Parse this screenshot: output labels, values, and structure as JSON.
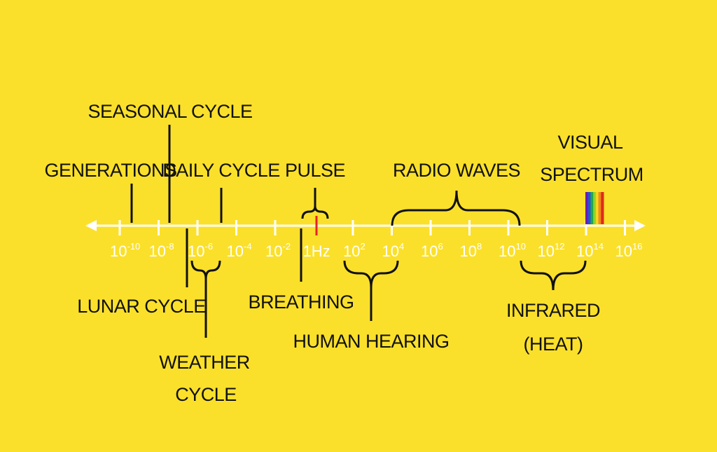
{
  "colors": {
    "background": "#fbe02b",
    "axis": "#ffffff",
    "ink": "#111111",
    "highlight": "#e8202a"
  },
  "ticks": [
    {
      "base": "10",
      "exp": "-10"
    },
    {
      "base": "10",
      "exp": "-8"
    },
    {
      "base": "10",
      "exp": "-6"
    },
    {
      "base": "10",
      "exp": "-4"
    },
    {
      "base": "10",
      "exp": "-2"
    },
    {
      "base": "1Hz",
      "exp": ""
    },
    {
      "base": "10",
      "exp": "2"
    },
    {
      "base": "10",
      "exp": "4"
    },
    {
      "base": "10",
      "exp": "6"
    },
    {
      "base": "10",
      "exp": "8"
    },
    {
      "base": "10",
      "exp": "10"
    },
    {
      "base": "10",
      "exp": "12"
    },
    {
      "base": "10",
      "exp": "14"
    },
    {
      "base": "10",
      "exp": "16"
    }
  ],
  "labels": {
    "seasonal_cycle": "SEASONAL CYCLE",
    "generations": "GENERATIONS",
    "daily_cycle": "DAILY CYCLE",
    "pulse": "PULSE",
    "radio_waves": "RADIO WAVES",
    "visual_spectrum_1": "VISUAL",
    "visual_spectrum_2": "SPECTRUM",
    "lunar_cycle": "LUNAR CYCLE",
    "weather_cycle_1": "WEATHER",
    "weather_cycle_2": "CYCLE",
    "breathing": "BREATHING",
    "human_hearing": "HUMAN HEARING",
    "infrared_1": "INFRARED",
    "infrared_2": "(HEAT)"
  },
  "spectrum_colors": [
    "#6a1fb0",
    "#2a4fd8",
    "#1fa84a",
    "#8fd12a",
    "#f4d51f",
    "#f08a1c",
    "#e02a1e"
  ]
}
